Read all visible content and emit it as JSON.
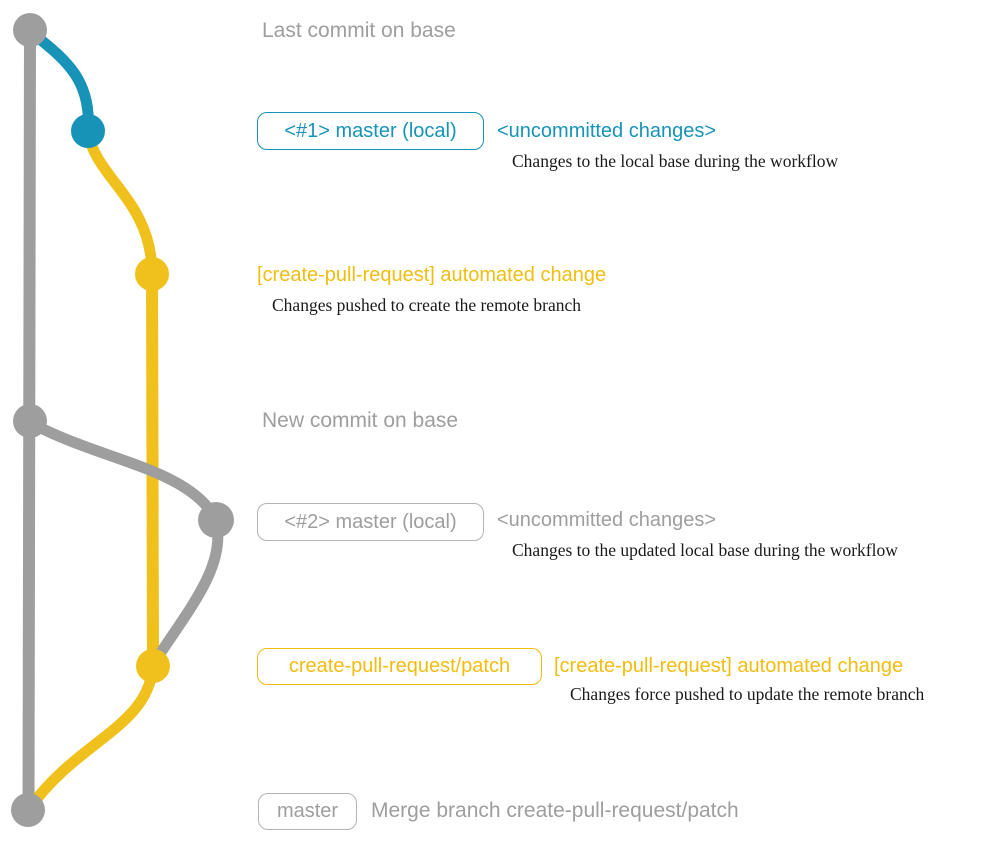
{
  "colors": {
    "gray": "#9e9e9e",
    "gray_border": "#b3b3b3",
    "blue": "#1793b8",
    "yellow": "#f0c11c",
    "yellow_text": "#f2bd10",
    "note_black": "#1a1a1a"
  },
  "graph": {
    "node_names": [
      "last-commit-on-base",
      "uncommitted-changes-1",
      "create-pull-request-commit-1",
      "new-commit-on-base",
      "uncommitted-changes-2",
      "create-pull-request-commit-2",
      "merge-commit"
    ]
  },
  "annotations": {
    "last_commit_label": "Last commit on base",
    "row1": {
      "branch_box": "<#1> master (local)",
      "headline": "<uncommitted changes>",
      "description": "Changes to the local base during the workflow"
    },
    "row2": {
      "headline": "[create-pull-request] automated change",
      "description": "Changes pushed to create the remote branch"
    },
    "new_commit_label": "New commit on base",
    "row3": {
      "branch_box": "<#2> master (local)",
      "headline": "<uncommitted changes>",
      "description": "Changes to the updated local base during the workflow"
    },
    "row4": {
      "branch_box": "create-pull-request/patch",
      "headline": "[create-pull-request] automated change",
      "description": "Changes force pushed to update the remote branch"
    },
    "row5": {
      "branch_box": "master",
      "headline": "Merge branch create-pull-request/patch"
    }
  }
}
